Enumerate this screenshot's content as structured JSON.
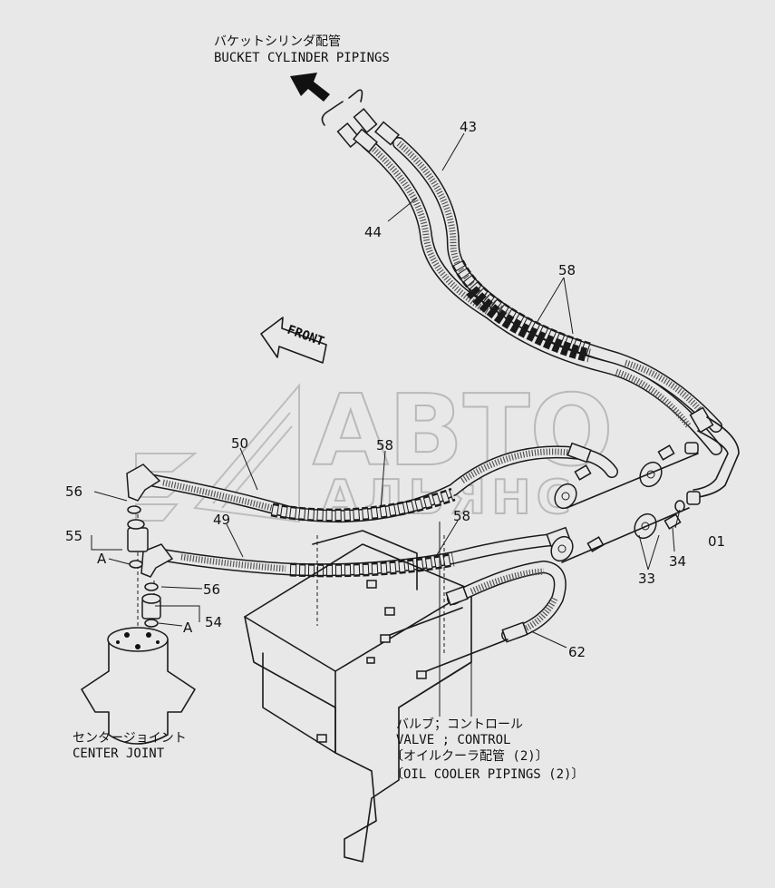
{
  "labels": {
    "bucket_jp": "バケットシリンダ配管",
    "bucket_en": "BUCKET CYLINDER PIPINGS",
    "front": "FRONT",
    "center_jp": "センタージョイント",
    "center_en": "CENTER JOINT",
    "valve_jp": "バルブ；コントロール",
    "valve_en": "VALVE ; CONTROL",
    "cooler_jp": "〔オイルクーラ配管 (2)〕",
    "cooler_en": "〔OIL COOLER PIPINGS (2)〕",
    "view_a1": "A",
    "view_a2": "A"
  },
  "parts": {
    "p43": "43",
    "p44": "44",
    "p58a": "58",
    "p50": "50",
    "p58b": "58",
    "p56a": "56",
    "p49": "49",
    "p58c": "58",
    "p55": "55",
    "p01": "01",
    "p34": "34",
    "p33": "33",
    "p56b": "56",
    "p54": "54",
    "p62": "62"
  },
  "watermark": {
    "line1": "АВТО",
    "line2": "АЛЬЯНС"
  }
}
